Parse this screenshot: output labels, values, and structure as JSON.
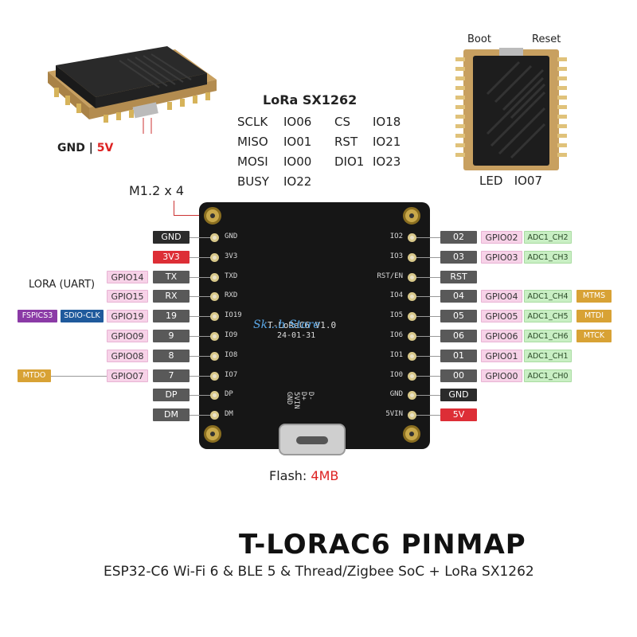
{
  "title": "T-LORAC6 PINMAP",
  "subtitle": "ESP32-C6 Wi-Fi 6 & BLE 5 & Thread/Zigbee SoC + LoRa SX1262",
  "watermark": "Sk...h Store",
  "module_left": {
    "gnd_label": "GND |",
    "v5_label": "5V"
  },
  "module_right": {
    "boot": "Boot",
    "reset": "Reset",
    "led": "LED",
    "led_io": "IO07"
  },
  "lora": {
    "title": "LoRa SX1262",
    "rows": [
      [
        "SCLK",
        "IO06",
        "CS",
        "IO18"
      ],
      [
        "MISO",
        "IO01",
        "RST",
        "IO21"
      ],
      [
        "MOSI",
        "IO00",
        "DIO1",
        "IO23"
      ],
      [
        "BUSY",
        "IO22",
        "",
        ""
      ]
    ]
  },
  "screw_label": "M1.2 x 4",
  "flash": {
    "label": "Flash:",
    "value": "4MB"
  },
  "lora_uart": "LORA (UART)",
  "board": {
    "version": "T-LoRaC6 V1.0",
    "date": "24-01-31",
    "usb_labels": [
      "GND",
      "5VIN",
      "D+",
      "D-"
    ],
    "left_silk": [
      "GND",
      "3V3",
      "TXD",
      "RXD",
      "IO19",
      "IO9",
      "IO8",
      "IO7",
      "DP",
      "DM"
    ],
    "right_silk": [
      "IO2",
      "IO3",
      "RST/EN",
      "IO4",
      "IO5",
      "IO6",
      "IO1",
      "IO0",
      "GND",
      "5VIN"
    ]
  },
  "left_pins": [
    {
      "name": "GND"
    },
    {
      "name": "3V3"
    },
    {
      "name": "TX",
      "gpio": "GPIO14"
    },
    {
      "name": "RX",
      "gpio": "GPIO15"
    },
    {
      "name": "19",
      "gpio": "GPIO19",
      "extra": [
        "FSPICS3",
        "SDIO-CLK"
      ]
    },
    {
      "name": "9",
      "gpio": "GPIO09"
    },
    {
      "name": "8",
      "gpio": "GPIO08"
    },
    {
      "name": "7",
      "gpio": "GPIO07",
      "extra": [
        "MTDO"
      ]
    },
    {
      "name": "DP"
    },
    {
      "name": "DM"
    }
  ],
  "right_pins": [
    {
      "name": "02",
      "gpio": "GPIO02",
      "adc": "ADC1_CH2"
    },
    {
      "name": "03",
      "gpio": "GPIO03",
      "adc": "ADC1_CH3"
    },
    {
      "name": "RST"
    },
    {
      "name": "04",
      "gpio": "GPIO04",
      "adc": "ADC1_CH4",
      "jtag": "MTMS"
    },
    {
      "name": "05",
      "gpio": "GPIO05",
      "adc": "ADC1_CH5",
      "jtag": "MTDI"
    },
    {
      "name": "06",
      "gpio": "GPIO06",
      "adc": "ADC1_CH6",
      "jtag": "MTCK"
    },
    {
      "name": "01",
      "gpio": "GPIO01",
      "adc": "ADC1_CH1"
    },
    {
      "name": "00",
      "gpio": "GPIO00",
      "adc": "ADC1_CH0"
    },
    {
      "name": "GND"
    },
    {
      "name": "5V"
    }
  ],
  "colors": {
    "gpio_bg": "#f7d2e8",
    "adc_bg": "#c9efc4",
    "jtag_bg": "#d8a235",
    "power_red": "#dd2e36",
    "label_gray": "#595959",
    "board_black": "#161616"
  }
}
